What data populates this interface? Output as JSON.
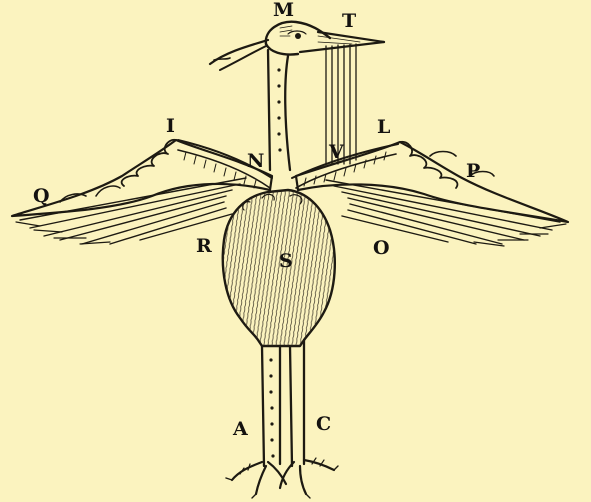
{
  "figure": {
    "subject": "bird-figure",
    "labels": {
      "M": "M",
      "T": "T",
      "I": "I",
      "L": "L",
      "N": "N",
      "V": "V",
      "P": "P",
      "Q": "Q",
      "R": "R",
      "S": "S",
      "O": "O",
      "A": "A",
      "C": "C"
    }
  },
  "colors": {
    "paper": "#fbf3bf",
    "ink": "#1d1a12"
  }
}
